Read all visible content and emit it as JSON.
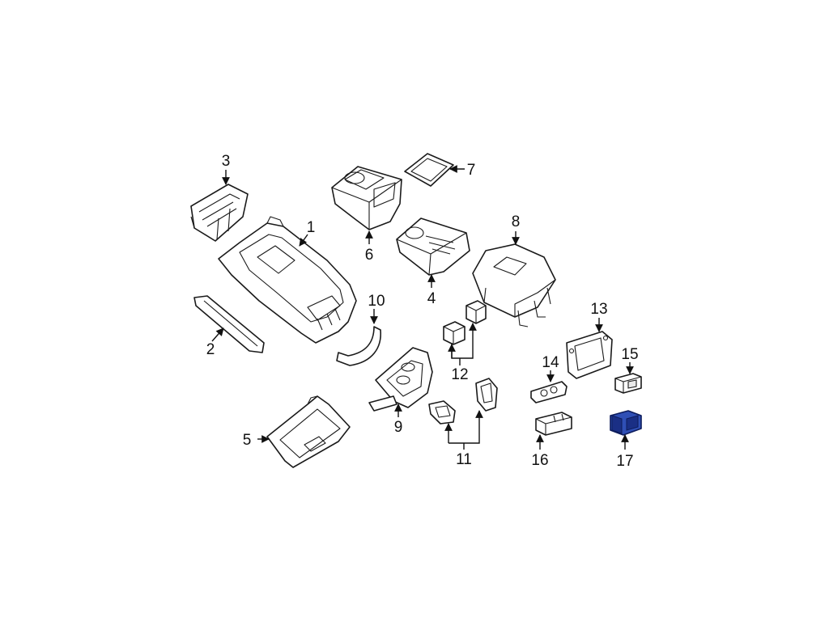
{
  "diagram": {
    "callouts": {
      "c1": "1",
      "c2": "2",
      "c3": "3",
      "c4": "4",
      "c5": "5",
      "c6": "6",
      "c7": "7",
      "c8": "8",
      "c9": "9",
      "c10": "10",
      "c11": "11",
      "c12": "12",
      "c13": "13",
      "c14": "14",
      "c15": "15",
      "c16": "16",
      "c17": "17"
    },
    "colors": {
      "highlight": "#2f4fb5",
      "line": "#1a1a1a",
      "background": "#ffffff"
    },
    "highlighted_callout": "17"
  }
}
